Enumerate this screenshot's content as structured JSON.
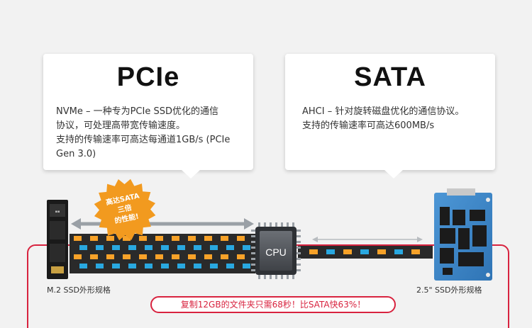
{
  "pcie": {
    "title": "PCIe",
    "line1": "NVMe – 一种专为PCIe SSD优化的通信\n协议，可处理高带宽传输速度。",
    "line2": "支持的传输速率可高达每通道1GB/s (PCIe\nGen 3.0)"
  },
  "sata": {
    "title": "SATA",
    "line1": "AHCI  –  针对旋转磁盘优化的通信协议。",
    "line2": "支持的传输速率可高达600MB/s"
  },
  "badge": {
    "line1": "高达SATA",
    "line2": "三倍",
    "line3": "的性能!"
  },
  "cpu_label": "CPU",
  "form_factor": {
    "m2": "M.2 SSD外形规格",
    "sata25": "2.5\" SSD外形规格"
  },
  "comparison_note": "复制12GB的文件夹只需68秒！比SATA快63%！",
  "colors": {
    "accent_red": "#d8233f",
    "badge_orange": "#f29a1f",
    "lane_orange": "#f7a229",
    "lane_blue": "#29a8e0",
    "ssd_blue": "#3a86c8"
  },
  "icons": [
    "cpu-chip-icon",
    "m2-ssd-icon",
    "sata-ssd-icon",
    "star-burst-icon",
    "double-arrow-icon"
  ]
}
